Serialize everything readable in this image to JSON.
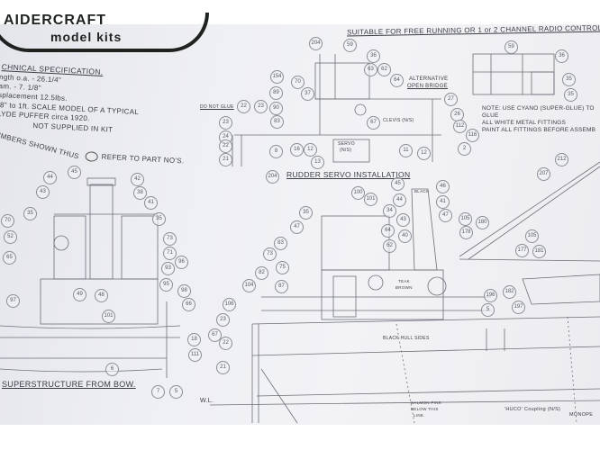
{
  "logo": {
    "brand": "AIDERCRAFT",
    "subtitle": "model kits"
  },
  "header_note": "SUITABLE FOR FREE RUNNING OR 1 or 2 CHANNEL RADIO CONTROL",
  "spec": {
    "title": "CHNICAL SPECIFICATION.",
    "lines": [
      "ngth o.a. - 26.1/4\"",
      "am. - 7. 1/8\"",
      "splacement  12.5lbs.",
      "/8\" to 1ft. SCALE MODEL OF A TYPICAL",
      "LYDE PUFFER circa 1920.",
      "NOT SUPPLIED IN KIT",
      "UMBERS SHOWN THUS",
      "REFER TO PART NO'S."
    ]
  },
  "labels": {
    "rudder_servo": "RUDDER SERVO INSTALLATION",
    "superstructure": "SUPERSTRUCTURE FROM BOW.",
    "alt_bridge_1": "ALTERNATIVE",
    "alt_bridge_2": "OPEN BRIDGE",
    "note_1": "NOTE: USE CYANO (SUPER-GLUE) TO GLUE",
    "note_2": "ALL WHITE METAL FITTINGS",
    "note_3": "PAINT ALL FITTINGS BEFORE ASSEMB",
    "servo": "SERVO",
    "servo_ns": "(N/S)",
    "clevis": "CLEVIS (N/S)",
    "do_not_glue": "DO NOT GLUE",
    "wl": "W.L.",
    "salmon_1": "SALMON PINK",
    "salmon_2": "BELOW THIS",
    "salmon_3": "LINE.",
    "huco": "'HUCO' Coupling (N/S)",
    "monoperm": "MONOPE",
    "black_hull": "BLACK HULL SIDES",
    "teak_1": "TEAK",
    "teak_2": "BROWN",
    "black": "BLACK"
  },
  "callouts": [
    "44",
    "45",
    "43",
    "42",
    "38",
    "41",
    "35",
    "35",
    "70",
    "52",
    "73",
    "71",
    "96",
    "65",
    "93",
    "95",
    "49",
    "48",
    "98",
    "97",
    "101",
    "66",
    "18",
    "111",
    "6",
    "7",
    "5",
    "67",
    "204",
    "59",
    "36",
    "154",
    "70",
    "37",
    "63",
    "62",
    "64",
    "89",
    "90",
    "83",
    "22",
    "23",
    "23",
    "24",
    "22",
    "21",
    "8",
    "16",
    "12",
    "13",
    "204",
    "67",
    "27",
    "26",
    "112",
    "116",
    "11",
    "12",
    "2",
    "59",
    "36",
    "35",
    "35",
    "100",
    "101",
    "35",
    "34",
    "47",
    "45",
    "46",
    "44",
    "41",
    "43",
    "47",
    "64",
    "40",
    "105",
    "180",
    "83",
    "73",
    "62",
    "75",
    "82",
    "87",
    "104",
    "106",
    "23",
    "22",
    "21",
    "196",
    "5",
    "182",
    "197",
    "207",
    "212",
    "105",
    "177",
    "181",
    "178"
  ]
}
